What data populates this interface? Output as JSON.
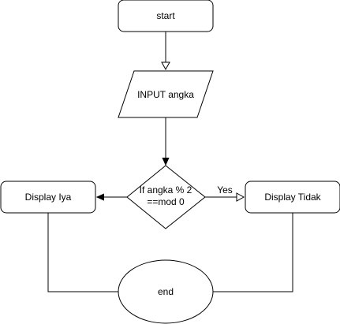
{
  "diagram": {
    "nodes": {
      "start": "start",
      "input": "INPUT angka",
      "decision_line1": "If angka % 2",
      "decision_line2": "==mod 0",
      "display_iya": "Display Iya",
      "display_tidak": "Display Tidak",
      "end": "end"
    },
    "edges": {
      "yes_label": "Yes"
    }
  },
  "colors": {
    "stroke": "#000000",
    "fill": "#ffffff",
    "text": "#000000"
  }
}
